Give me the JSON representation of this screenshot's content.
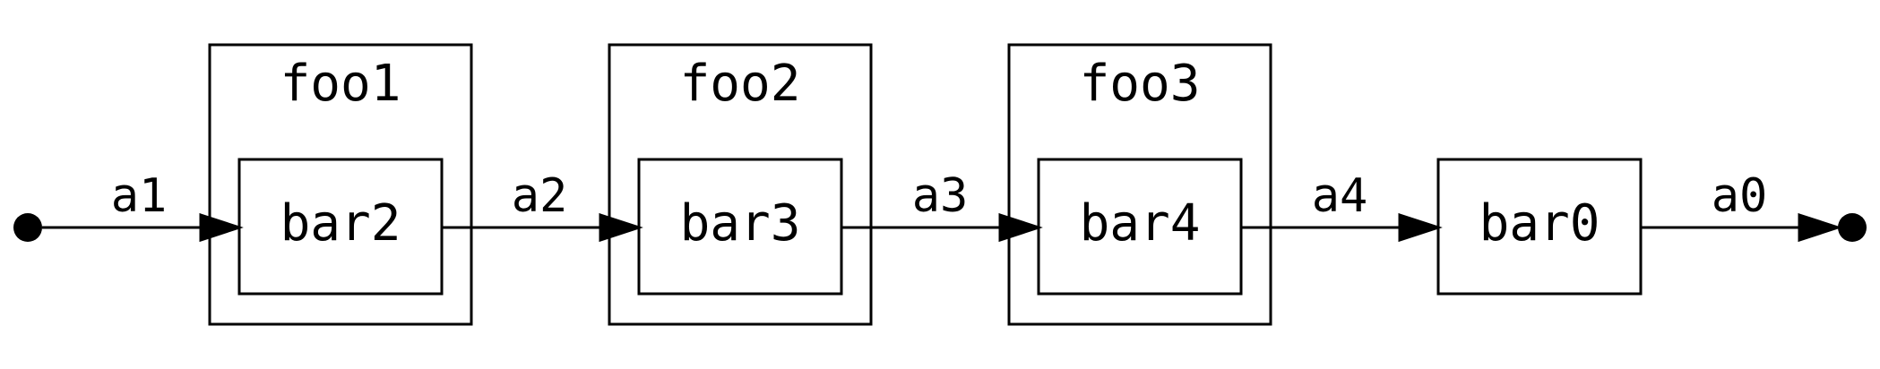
{
  "clusters": [
    {
      "label": "foo1"
    },
    {
      "label": "foo2"
    },
    {
      "label": "foo3"
    }
  ],
  "nodes": [
    {
      "label": "bar2"
    },
    {
      "label": "bar3"
    },
    {
      "label": "bar4"
    },
    {
      "label": "bar0"
    }
  ],
  "edges": [
    {
      "label": "a1"
    },
    {
      "label": "a2"
    },
    {
      "label": "a3"
    },
    {
      "label": "a4"
    },
    {
      "label": "a0"
    }
  ]
}
